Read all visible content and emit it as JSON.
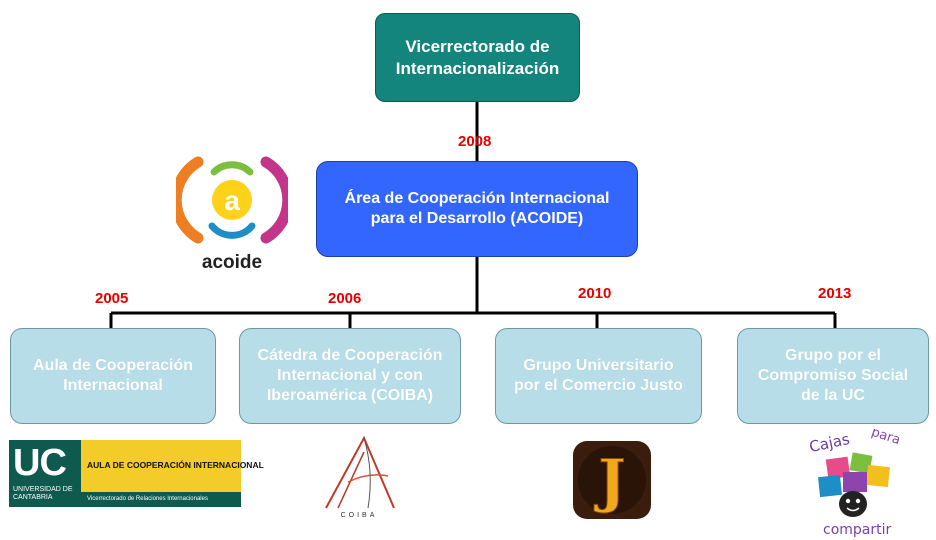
{
  "colors": {
    "top_box": "#13857d",
    "acoide_box": "#3366ff",
    "child_box": "#b7dde8",
    "year_text": "#e60000",
    "connector": "#000000"
  },
  "top": {
    "label": "Vicerrectorado de Internacionalización"
  },
  "acoide": {
    "year": "2008",
    "label": "Área de Cooperación Internacional para el Desarrollo (ACOIDE)",
    "logo_text": "acoide",
    "logo_letter": "a"
  },
  "children": [
    {
      "year": "2005",
      "label": "Aula de Cooperación\nInternacional"
    },
    {
      "year": "2006",
      "label": "Cátedra de Cooperación\nInternacional y con\nIberoamérica (COIBA)"
    },
    {
      "year": "2010",
      "label": "Grupo Universitario\npor el Comercio Justo"
    },
    {
      "year": "2013",
      "label": "Grupo por el\nCompromiso Social\nde la UC"
    }
  ],
  "logos": {
    "uc": {
      "letters": "UC",
      "university": "UNIVERSIDAD DE CANTABRIA",
      "aula": "AULA DE COOPERACIÓN INTERNACIONAL",
      "vicerrectorado": "Vicerrectorado de Relaciones Internacionales"
    },
    "coiba": {
      "text": "COIBA"
    },
    "comercio_justo": {
      "letter": "J"
    },
    "cajas": {
      "word1": "Cajas",
      "word2": "para",
      "word3": "compartir"
    }
  }
}
